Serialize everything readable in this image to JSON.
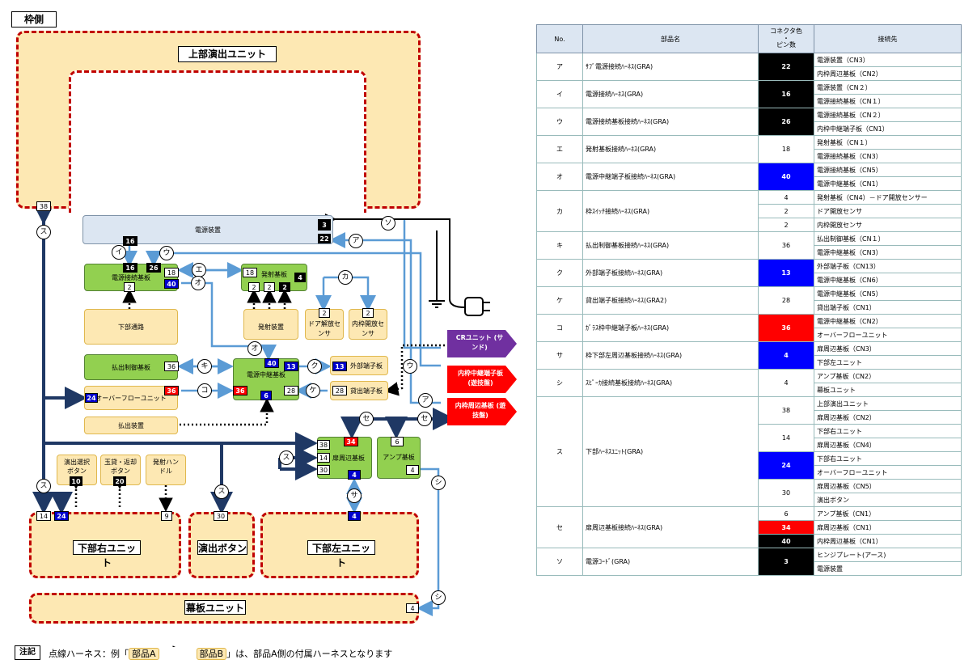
{
  "frame_label": "枠側",
  "units": {
    "top": "上部演出ユニット",
    "lower_right": "下部右ユニット",
    "effect_button": "演出ボタン",
    "lower_left": "下部左ユニット",
    "curtain": "幕板ユニット"
  },
  "boards": {
    "power_device": "電源装置",
    "power_conn": "電源接続基板",
    "fire_board": "発射基板",
    "lower_passage": "下部通路",
    "fire_device": "発射装置",
    "door_sensor": "ドア解放センサ",
    "inner_sensor": "内枠開放センサ",
    "payout_ctrl": "払出制御基板",
    "relay": "電源中継基板",
    "ext_term": "外部端子板",
    "rent_term": "貸出端子板",
    "overflow": "オーバーフローユニット",
    "payout_dev": "払出装置",
    "effect_select": "演出選択ボタン",
    "ball_lend": "玉貸・返却ボタン",
    "fire_handle": "発射ハンドル",
    "door_edge": "扉周辺基板",
    "amp": "アンプ基板",
    "cr_unit": "CRユニット (サンド)",
    "inner_relay": "内枠中継端子板 (遊技盤)",
    "inner_edge": "内枠周辺基板 (遊技盤)"
  },
  "pins": {
    "top_38": "38",
    "pd_3": "3",
    "pd_22": "22",
    "pd_16": "16",
    "pc_16": "16",
    "pc_26": "26",
    "pc_18": "18",
    "pc_40": "40",
    "pc_2": "2",
    "fb_18": "18",
    "fb_4": "4",
    "fb_2a": "2",
    "fb_2b": "2",
    "fb_2c": "2",
    "ds_2": "2",
    "is_2": "2",
    "pay_36": "36",
    "rl_40": "40",
    "rl_13": "13",
    "rl_36": "36",
    "rl_6": "6",
    "rl_28": "28",
    "ext_13": "13",
    "rent_28": "28",
    "of_24": "24",
    "of_36": "36",
    "es_10": "10",
    "bl_20": "20",
    "fh_9": "9",
    "de_38": "38",
    "de_34": "34",
    "de_14": "14",
    "de_30": "30",
    "de_4": "4",
    "amp_6": "6",
    "amp_4": "4",
    "lr_14": "14",
    "lr_24": "24",
    "lr_9": "9",
    "eb_30": "30",
    "ll_4": "4",
    "cu_4": "4"
  },
  "tags": {
    "ア": "ア",
    "イ": "イ",
    "ウ": "ウ",
    "エ": "エ",
    "オ": "オ",
    "カ": "カ",
    "キ": "キ",
    "ク": "ク",
    "ケ": "ケ",
    "コ": "コ",
    "サ": "サ",
    "シ": "シ",
    "ス": "ス",
    "セ": "セ",
    "ソ": "ソ"
  },
  "table": {
    "headers": {
      "no": "No.",
      "name": "部品名",
      "pins_top": "コネクタ色",
      "pins_mid": "・",
      "pins_bot": "ピン数",
      "dest": "接続先"
    },
    "rows": [
      {
        "no": "ア",
        "name": "ｻﾌﾞ電源接続ﾊｰﾈｽ(GRA)",
        "groups": [
          {
            "pins": "22",
            "color": "k",
            "dests": [
              "電源装置（CN3）",
              "内枠周辺基板（CN2）"
            ]
          }
        ]
      },
      {
        "no": "イ",
        "name": "電源接続ﾊｰﾈｽ(GRA)",
        "groups": [
          {
            "pins": "16",
            "color": "k",
            "dests": [
              "電源装置（CN２）",
              "電源接続基板（CN１）"
            ]
          }
        ]
      },
      {
        "no": "ウ",
        "name": "電源接続基板接続ﾊｰﾈｽ(GRA)",
        "groups": [
          {
            "pins": "26",
            "color": "k",
            "dests": [
              "電源接続基板（CN２）",
              "内枠中継端子板（CN1）"
            ]
          }
        ]
      },
      {
        "no": "エ",
        "name": "発射基板接続ﾊｰﾈｽ(GRA)",
        "groups": [
          {
            "pins": "18",
            "color": "w",
            "dests": [
              "発射基板（CN１）",
              "電源接続基板（CN3）"
            ]
          }
        ]
      },
      {
        "no": "オ",
        "name": "電源中継端子板接続ﾊｰﾈｽ(GRA)",
        "groups": [
          {
            "pins": "40",
            "color": "b",
            "dests": [
              "電源接続基板（CN5）",
              "電源中継基板（CN1）"
            ]
          }
        ]
      },
      {
        "no": "カ",
        "name": "枠ｽｲｯﾁ接続ﾊｰﾈｽ(GRA)",
        "groups": [
          {
            "pins": "4",
            "color": "w",
            "dests": [
              "発射基板（CN4）－ドア開放センサー"
            ]
          },
          {
            "pins": "2",
            "color": "w",
            "dests": [
              "ドア開放センサ"
            ]
          },
          {
            "pins": "2",
            "color": "w",
            "dests": [
              "内枠開放センサ"
            ]
          }
        ]
      },
      {
        "no": "キ",
        "name": "払出制御基板接続ﾊｰﾈｽ(GRA)",
        "groups": [
          {
            "pins": "36",
            "color": "w",
            "dests": [
              "払出制御基板（CN１）",
              "電源中継基板（CN3）"
            ]
          }
        ]
      },
      {
        "no": "ク",
        "name": "外部端子板接続ﾊｰﾈｽ(GRA)",
        "groups": [
          {
            "pins": "13",
            "color": "b",
            "dests": [
              "外部端子板（CN13）",
              "電源中継基板（CN6）"
            ]
          }
        ]
      },
      {
        "no": "ケ",
        "name": "貸出端子板接続ﾊｰﾈｽ(GRA2)",
        "groups": [
          {
            "pins": "28",
            "color": "w",
            "dests": [
              "電源中継基板（CN5）",
              "貸出端子板（CN1）"
            ]
          }
        ]
      },
      {
        "no": "コ",
        "name": "ｶﾞﾗｽ枠中継端子板ﾊｰﾈｽ(GRA)",
        "groups": [
          {
            "pins": "36",
            "color": "r",
            "dests": [
              "電源中継基板（CN2）",
              "オーバーフローユニット"
            ]
          }
        ]
      },
      {
        "no": "サ",
        "name": "枠下部左周辺基板接続ﾊｰﾈｽ(GRA)",
        "groups": [
          {
            "pins": "4",
            "color": "b",
            "dests": [
              "扉周辺基板（CN3）",
              "下部左ユニット"
            ]
          }
        ]
      },
      {
        "no": "シ",
        "name": "ｽﾋﾟｰｶ接続基板接続ﾊｰﾈｽ(GRA)",
        "groups": [
          {
            "pins": "4",
            "color": "w",
            "dests": [
              "アンプ基板（CN2）",
              "幕板ユニット"
            ]
          }
        ]
      },
      {
        "no": "ス",
        "name": "下部ﾊｰﾈｽﾕﾆｯﾄ(GRA)",
        "groups": [
          {
            "pins": "38",
            "color": "w",
            "dests": [
              "上部演出ユニット",
              "扉周辺基板（CN2）"
            ]
          },
          {
            "pins": "14",
            "color": "w",
            "dests": [
              "下部右ユニット",
              "扉周辺基板（CN4）"
            ]
          },
          {
            "pins": "24",
            "color": "b",
            "dests": [
              "下部右ユニット",
              "オーバーフローユニット"
            ]
          },
          {
            "pins": "30",
            "color": "w",
            "dests": [
              "扉周辺基板（CN5）",
              "演出ボタン"
            ]
          }
        ]
      },
      {
        "no": "セ",
        "name": "扉周辺基板接続ﾊｰﾈｽ(GRA)",
        "groups": [
          {
            "pins": "6",
            "color": "w",
            "dests": [
              "アンプ基板（CN1）"
            ]
          },
          {
            "pins": "34",
            "color": "r",
            "dests": [
              "扉周辺基板（CN1）"
            ]
          },
          {
            "pins": "40",
            "color": "k",
            "dests": [
              "内枠周辺基板（CN1）"
            ]
          }
        ]
      },
      {
        "no": "ソ",
        "name": "電源ｺｰﾄﾞ(GRA)",
        "groups": [
          {
            "pins": "3",
            "color": "k",
            "dests": [
              "ヒンジプレート(アース)",
              "電源装置"
            ]
          }
        ]
      }
    ]
  },
  "note": {
    "label": "注記",
    "prefix": "点線ハーネス：例「",
    "part_a": "部品A",
    "part_b": "部品B",
    "suffix": "」は、部品A側の付属ハーネスとなります"
  },
  "colors": {
    "unit_fill": "#fde8b3",
    "unit_border": "#c00000",
    "board_green": "#92d050",
    "wire_light": "#5b9bd5",
    "wire_dark": "#1f3864",
    "ext_purple": "#7030a0",
    "ext_red": "#ff0000"
  }
}
